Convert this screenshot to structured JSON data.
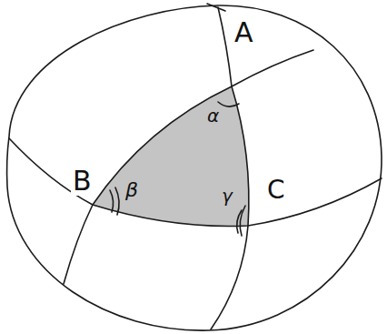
{
  "diagram": {
    "labels": [
      "A",
      "B",
      "C",
      "α",
      "β",
      "γ"
    ]
  }
}
